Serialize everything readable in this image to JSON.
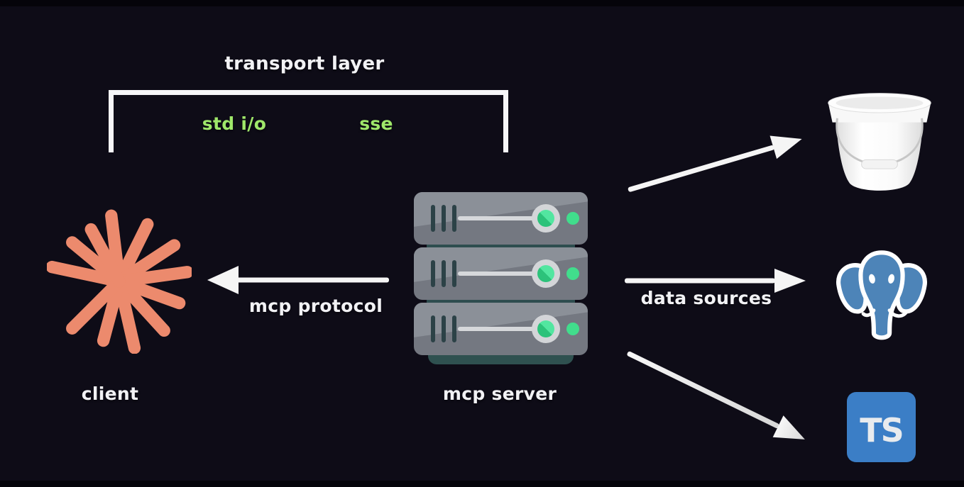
{
  "diagram": {
    "title": "transport layer",
    "transports": [
      {
        "label": "std i/o"
      },
      {
        "label": "sse"
      }
    ],
    "client": {
      "label": "client",
      "icon": "claude-starburst-icon"
    },
    "server": {
      "label": "mcp server",
      "icon": "server-stack-icon",
      "unit_count": 3
    },
    "arrows": {
      "protocol_label": "mcp protocol",
      "data_sources_label": "data sources"
    },
    "data_sources": [
      {
        "icon": "bucket-icon"
      },
      {
        "icon": "postgresql-elephant-icon"
      },
      {
        "icon": "typescript-logo",
        "text": "TS"
      }
    ],
    "colors": {
      "background": "#0e0c17",
      "accent_green": "#9fe76a",
      "claude_coral": "#ec8a6d",
      "postgres_blue": "#4d84b8",
      "typescript_blue": "#3b7ec6",
      "server_gray": "#747881",
      "server_gray_light": "#8b9098",
      "server_teal": "#2f5150",
      "indicator_green": "#41dd8c",
      "arrow_white": "#f5f5f5"
    }
  }
}
